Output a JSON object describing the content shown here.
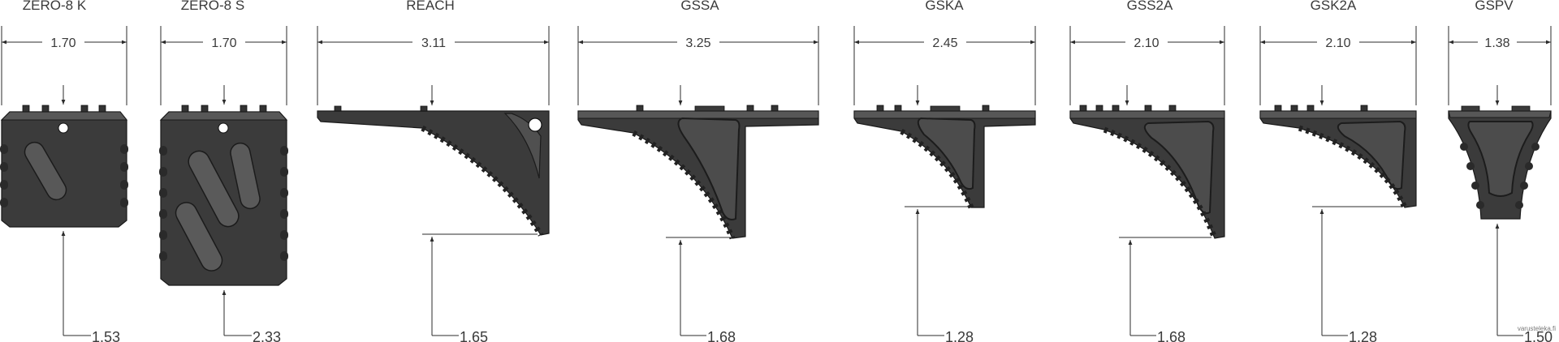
{
  "stops": [
    {
      "id": "zero8k",
      "name": "ZERO-8 K",
      "width": "1.70",
      "rise": "1.53"
    },
    {
      "id": "zero8s",
      "name": "ZERO-8 S",
      "width": "1.70",
      "rise": "2.33"
    },
    {
      "id": "reach",
      "name": "REACH",
      "width": "3.11",
      "rise": "1.65"
    },
    {
      "id": "gssa",
      "name": "GSSA",
      "width": "3.25",
      "rise": "1.68"
    },
    {
      "id": "gska",
      "name": "GSKA",
      "width": "2.45",
      "rise": "1.28"
    },
    {
      "id": "gss2a",
      "name": "GSS2A",
      "width": "2.10",
      "rise": "1.68"
    },
    {
      "id": "gsk2a",
      "name": "GSK2A",
      "width": "2.10",
      "rise": "1.28"
    },
    {
      "id": "gspv",
      "name": "GSPV",
      "width": "1.38",
      "rise": "1.50"
    }
  ],
  "watermark": "varusteleka.fi",
  "colors": {
    "part": "#3b3b3b",
    "line": "#2b2b2b",
    "text": "#3a3a3a"
  }
}
